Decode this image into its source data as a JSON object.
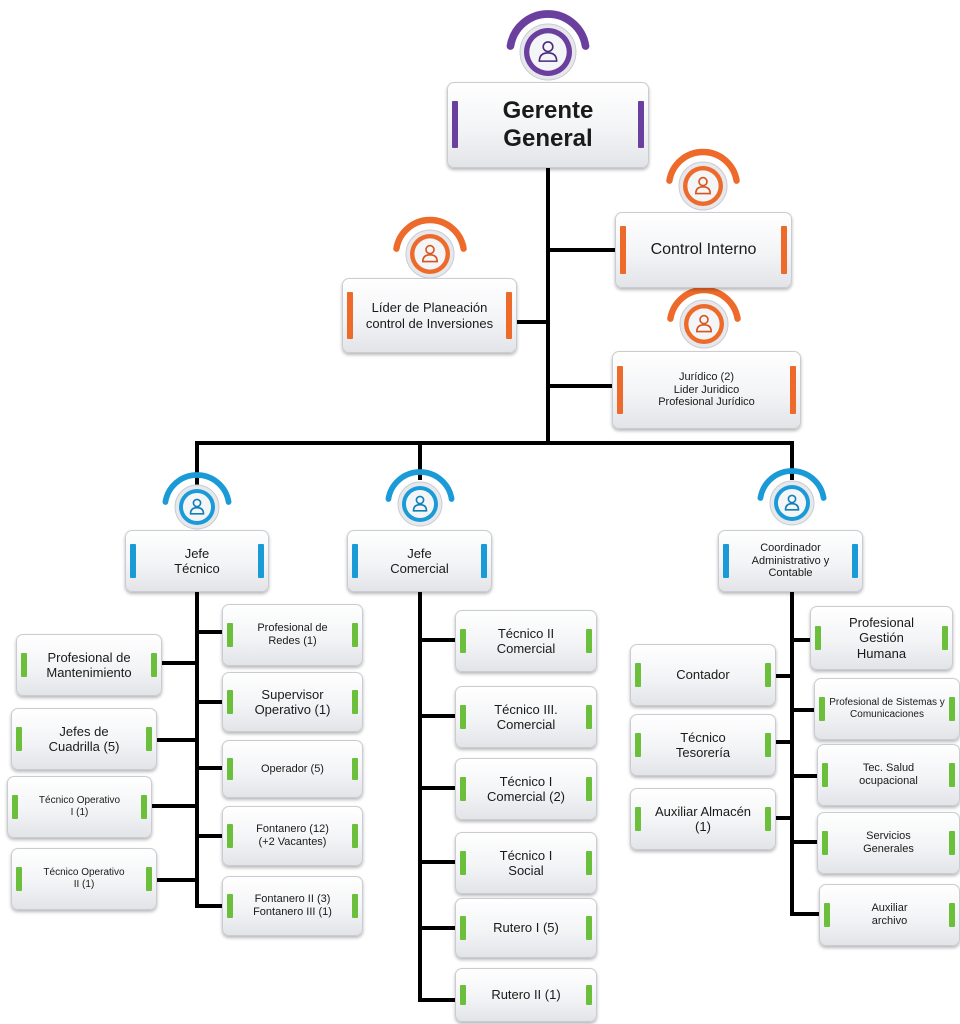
{
  "colors": {
    "purple": "#6a3f9e",
    "orange": "#ee6a2a",
    "blue": "#1a9bd8",
    "green": "#6cbf3b",
    "line": "#000000"
  },
  "icon_name": "person-icon",
  "nodes": {
    "gerente": "Gerente\nGeneral",
    "control_interno": "Control Interno",
    "lider_planeacion": "Líder de Planeación\ncontrol de Inversiones",
    "juridico": "Jurídico (2)\nLider Juridico\nProfesional Jurídico",
    "jefe_tecnico": "Jefe\nTécnico",
    "jefe_comercial": "Jefe\nComercial",
    "coordinador": "Coordinador\nAdministrativo y\nContable",
    "prof_redes": "Profesional de\nRedes (1)",
    "prof_mantenimiento": "Profesional de\nMantenimiento",
    "supervisor": "Supervisor\nOperativo (1)",
    "jefes_cuadrilla": "Jefes de\nCuadrilla (5)",
    "operador": "Operador (5)",
    "tec_operativo_1": "Técnico Operativo\nI  (1)",
    "fontanero": "Fontanero (12)\n(+2 Vacantes)",
    "tec_operativo_2": "Técnico Operativo\nII  (1)",
    "fontanero_2_3": "Fontanero II  (3)\nFontanero III (1)",
    "tec_ii_comercial": "Técnico II\nComercial",
    "tec_iii_comercial": "Técnico III.\nComercial",
    "tec_i_comercial": "Técnico I\nComercial (2)",
    "tec_i_social": "Técnico I\nSocial",
    "rutero_1": "Rutero I  (5)",
    "rutero_2": "Rutero II  (1)",
    "prof_gestion_humana": "Profesional\nGestión\nHumana",
    "contador": "Contador",
    "prof_sistemas": "Profesional de Sistemas y\nComunicaciones",
    "tecnico_tesoreria": "Técnico\nTesorería",
    "tec_salud": "Tec. Salud\nocupacional",
    "auxiliar_almacen": "Auxiliar  Almacén\n(1)",
    "servicios_generales": "Servicios\nGenerales",
    "auxiliar_archivo": "Auxiliar\narchivo"
  }
}
